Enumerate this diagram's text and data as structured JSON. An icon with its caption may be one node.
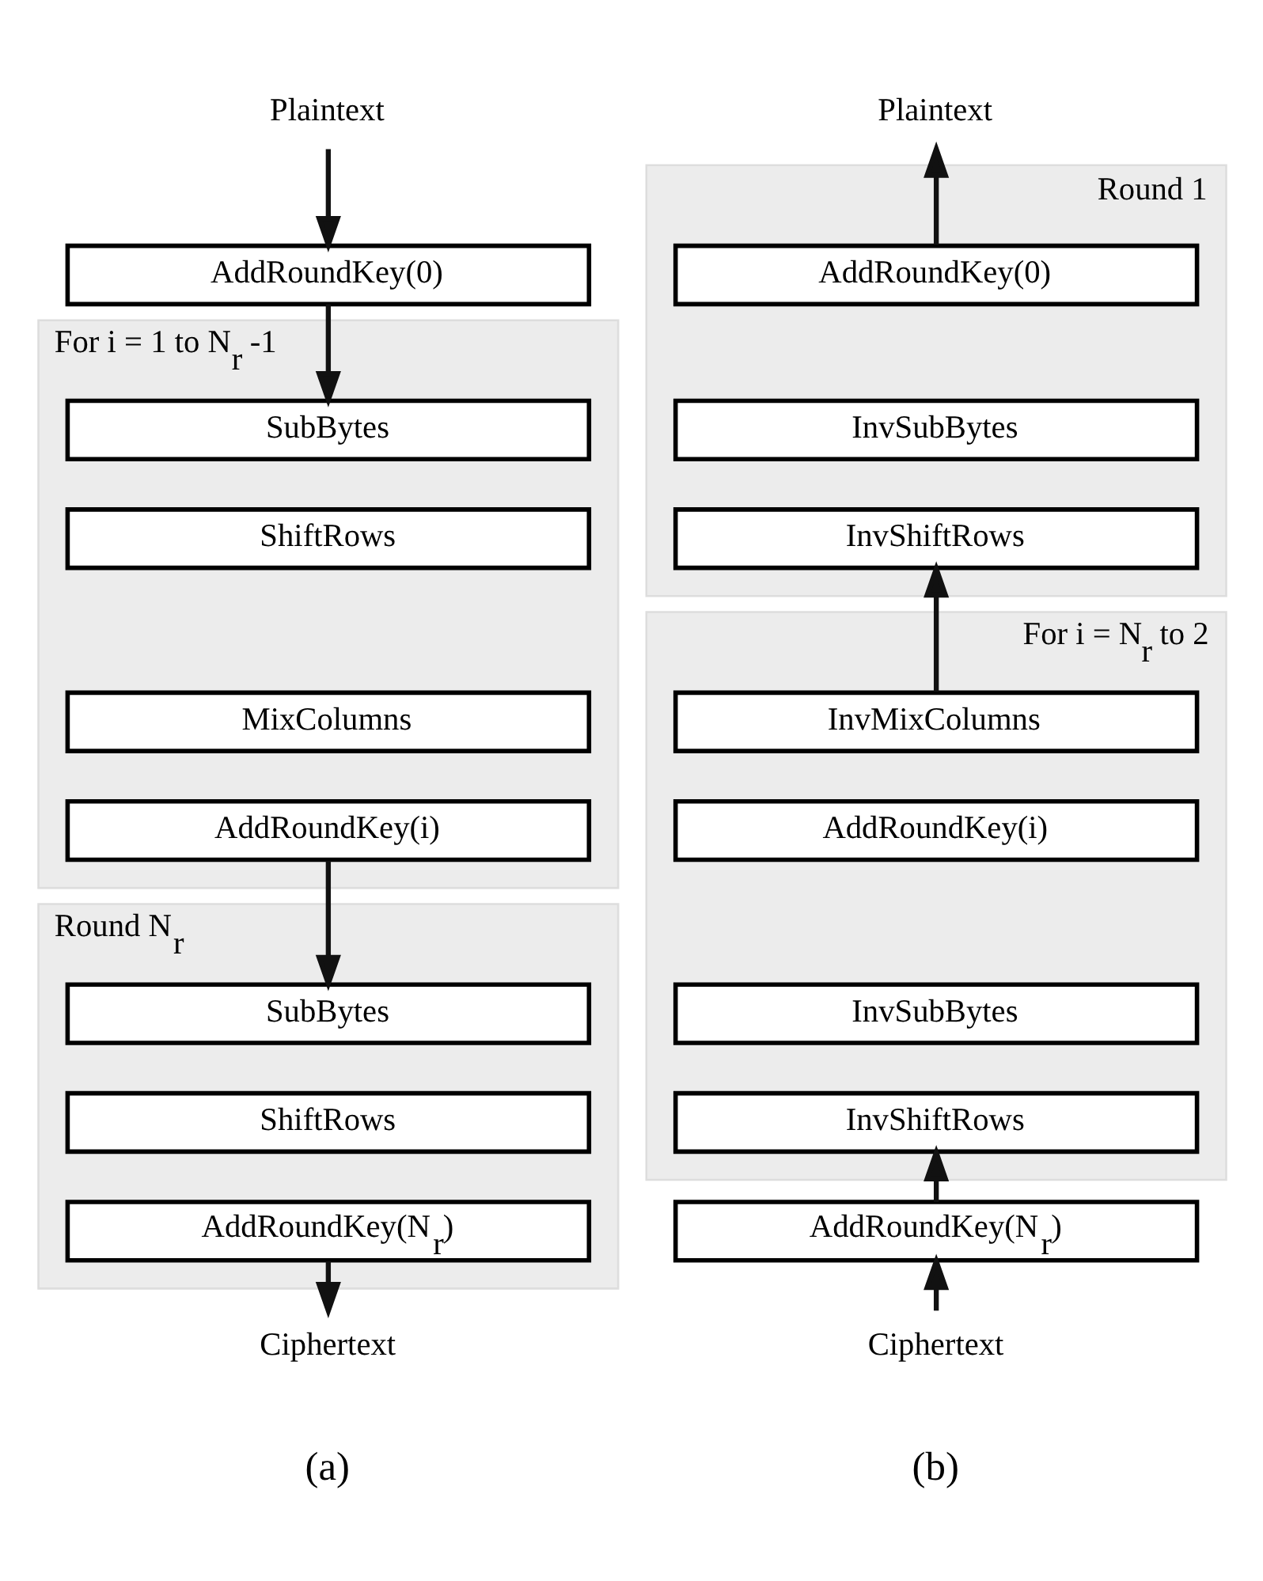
{
  "diagram": {
    "nodes": [
      {
        "text": [
          "Plaintext"
        ]
      },
      {
        "text": [
          "AddRoundKey(0)"
        ]
      },
      {
        "text": [
          "For i = 1 to N$_{r}$ -1"
        ]
      },
      {
        "text": [
          "SubBytes"
        ],
        "in": 2
      },
      {
        "text": [
          "ShiftRows"
        ],
        "in": 2
      },
      {
        "text": [
          "MixColumns"
        ],
        "in": 2
      },
      {
        "text": [
          "AddRoundKey(i)"
        ],
        "in": 2
      },
      {
        "text": [
          "Round N$_{r}$"
        ]
      },
      {
        "text": [
          "SubBytes"
        ],
        "in": 7
      },
      {
        "text": [
          "ShiftRows"
        ],
        "in": 7
      },
      {
        "text": [
          "AddRoundKey(N$_{r}$)"
        ],
        "in": 7
      },
      {
        "text": [
          "Ciphertext"
        ]
      },
      {
        "text": [
          "Plaintext"
        ]
      },
      {
        "text": [
          "Round 1"
        ]
      },
      {
        "text": [
          "AddRoundKey(0)"
        ],
        "in": 13
      },
      {
        "text": [
          "InvSubBytes"
        ],
        "in": 13
      },
      {
        "text": [
          "InvShiftRows"
        ],
        "in": 13
      },
      {
        "text": [
          "For i = N$_{r}$ to 2"
        ]
      },
      {
        "text": [
          "InvMixColumns"
        ],
        "in": 17
      },
      {
        "text": [
          "AddRoundKey(i)"
        ],
        "in": 17
      },
      {
        "text": [
          "InvSubBytes"
        ],
        "in": 17
      },
      {
        "text": [
          "InvShiftRows"
        ],
        "in": 17
      },
      {
        "text": [
          "AddRoundKey(N$_{r}$)"
        ]
      },
      {
        "text": [
          "Ciphertext"
        ]
      }
    ],
    "edges": [
      {
        "from": 0,
        "to": 1,
        "arrow": "to"
      },
      {
        "from": 1,
        "to": 3,
        "arrow": "to"
      },
      {
        "from": 6,
        "to": 8,
        "arrow": "to"
      },
      {
        "from": 10,
        "to": 11,
        "arrow": "to"
      },
      {
        "from": 14,
        "to": 12,
        "arrow": "to"
      },
      {
        "from": 18,
        "to": 16,
        "arrow": "to"
      },
      {
        "from": 22,
        "to": 21,
        "arrow": "to"
      },
      {
        "from": 23,
        "to": 22,
        "arrow": "to"
      }
    ],
    "labels": [
      "(a)",
      "(b)"
    ]
  }
}
